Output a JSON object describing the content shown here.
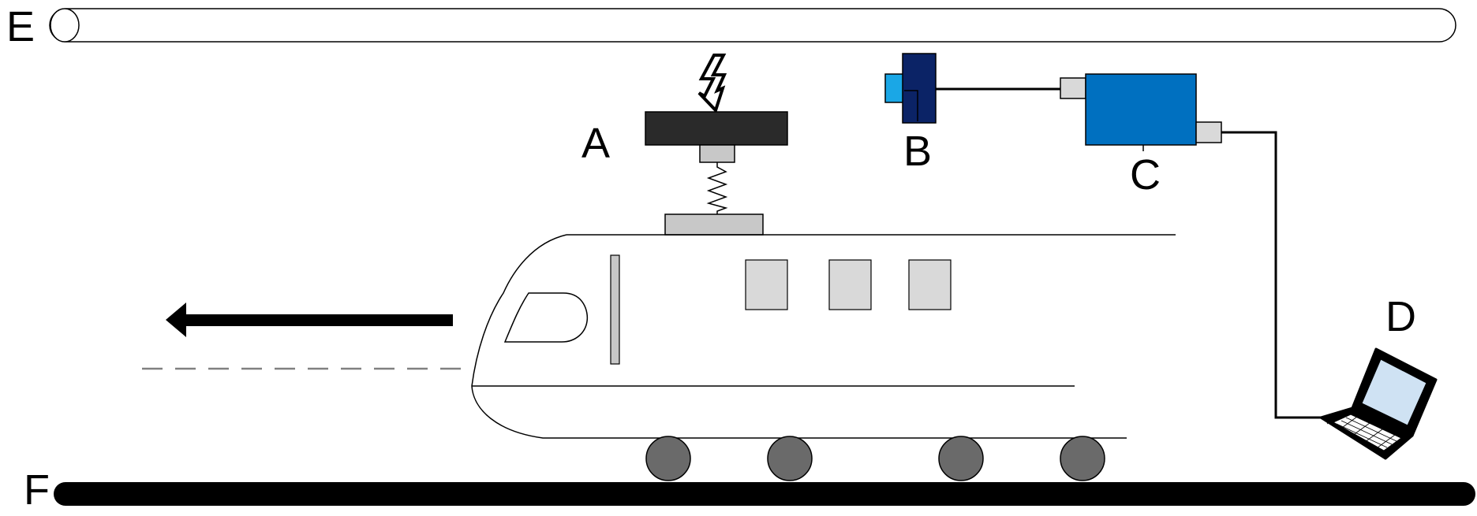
{
  "labels": {
    "A": "A",
    "B": "B",
    "C": "C",
    "D": "D",
    "E": "E",
    "F": "F"
  },
  "colors": {
    "pantograph_head": "#2a2a2a",
    "grey_part": "#c8c8c8",
    "window_fill": "#d9d9d9",
    "wheel_fill": "#6a6a6a",
    "camera_body": "#0b2366",
    "camera_lens": "#1aa7e6",
    "processor_body": "#0070c0",
    "connector_fill": "#d9d9d9",
    "arrow": "#000000",
    "dashed_line": "#808080",
    "rail": "#000000",
    "laptop_screen": "#cfe2f3"
  },
  "icons": {
    "lightning": "lightning-icon",
    "laptop": "laptop-icon",
    "camera": "camera-icon"
  }
}
